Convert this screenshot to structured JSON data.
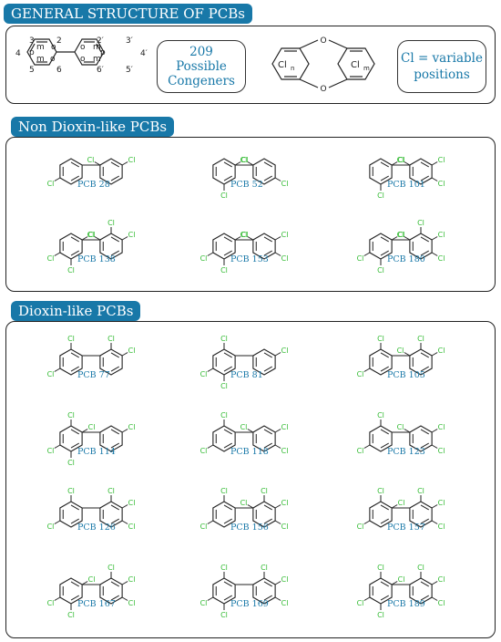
{
  "sections": {
    "general": "GENERAL STRUCTURE OF PCBs",
    "non_dioxin": "Non Dioxin-like PCBs",
    "dioxin": "Dioxin-like PCBs"
  },
  "general_structure": {
    "ring_positions_left": [
      "2",
      "3",
      "4",
      "5",
      "6"
    ],
    "ring_positions_right": [
      "2′",
      "3′",
      "4′",
      "5′",
      "6′"
    ],
    "ring_letters": {
      "o": "o",
      "m": "m",
      "p": "p"
    },
    "congeners_box": {
      "line1": "209",
      "line2": "Possible",
      "line3": "Congeners"
    },
    "dioxin_labels": {
      "o": "O",
      "cln": "Cl",
      "cln_sub": "n",
      "clm": "Cl",
      "clm_sub": "m"
    },
    "variable_box": {
      "line1": "Cl = variable",
      "line2": "positions"
    }
  },
  "chlorine_symbol": "Cl",
  "non_dioxin_pcbs": [
    "PCB 28",
    "PCB 52",
    "PCB 101",
    "PCB 138",
    "PCB 153",
    "PCB 180"
  ],
  "dioxin_like_pcbs": [
    "PCB 77",
    "PCB 81",
    "PCB 105",
    "PCB 114",
    "PCB 118",
    "PCB 123",
    "PCB 126",
    "PCB 156",
    "PCB 157",
    "PCB 167",
    "PCB 169",
    "PCB 189"
  ],
  "colors": {
    "accent": "#1878a8",
    "chlorine": "#33bb33",
    "bond": "#222222"
  }
}
